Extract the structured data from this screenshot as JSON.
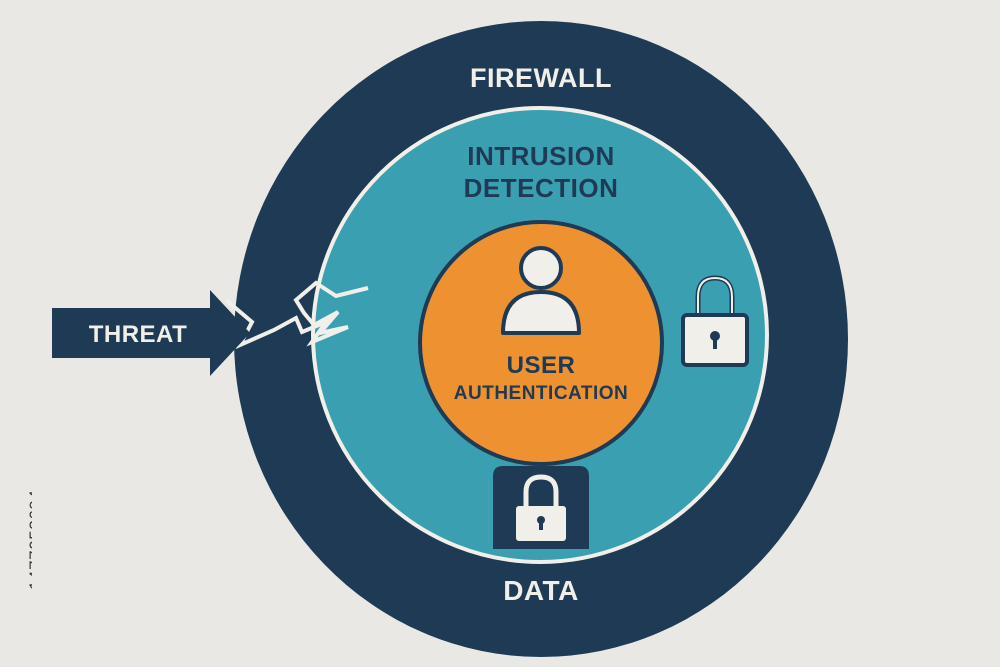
{
  "diagram": {
    "firewall_label": "FIREWALL",
    "intrusion_label_line1": "INTRUSION",
    "intrusion_label_line2": "DETECTION",
    "user_label_line1": "USER",
    "user_label_line2": "AUTHENTICATION",
    "data_label": "DATA",
    "threat_label": "THREAT",
    "icons": [
      "user-icon",
      "padlock-icon",
      "database-icon",
      "crack-icon",
      "arrow-icon"
    ]
  },
  "side_text": "1477053694",
  "colors": {
    "background": "#e9e8e4",
    "outer_ring": "#1f3a55",
    "middle_ring": "#3a9fb1",
    "inner_circle": "#ee9231",
    "light_stroke": "#f1efe9",
    "lock_fill": "#f1efe9"
  }
}
